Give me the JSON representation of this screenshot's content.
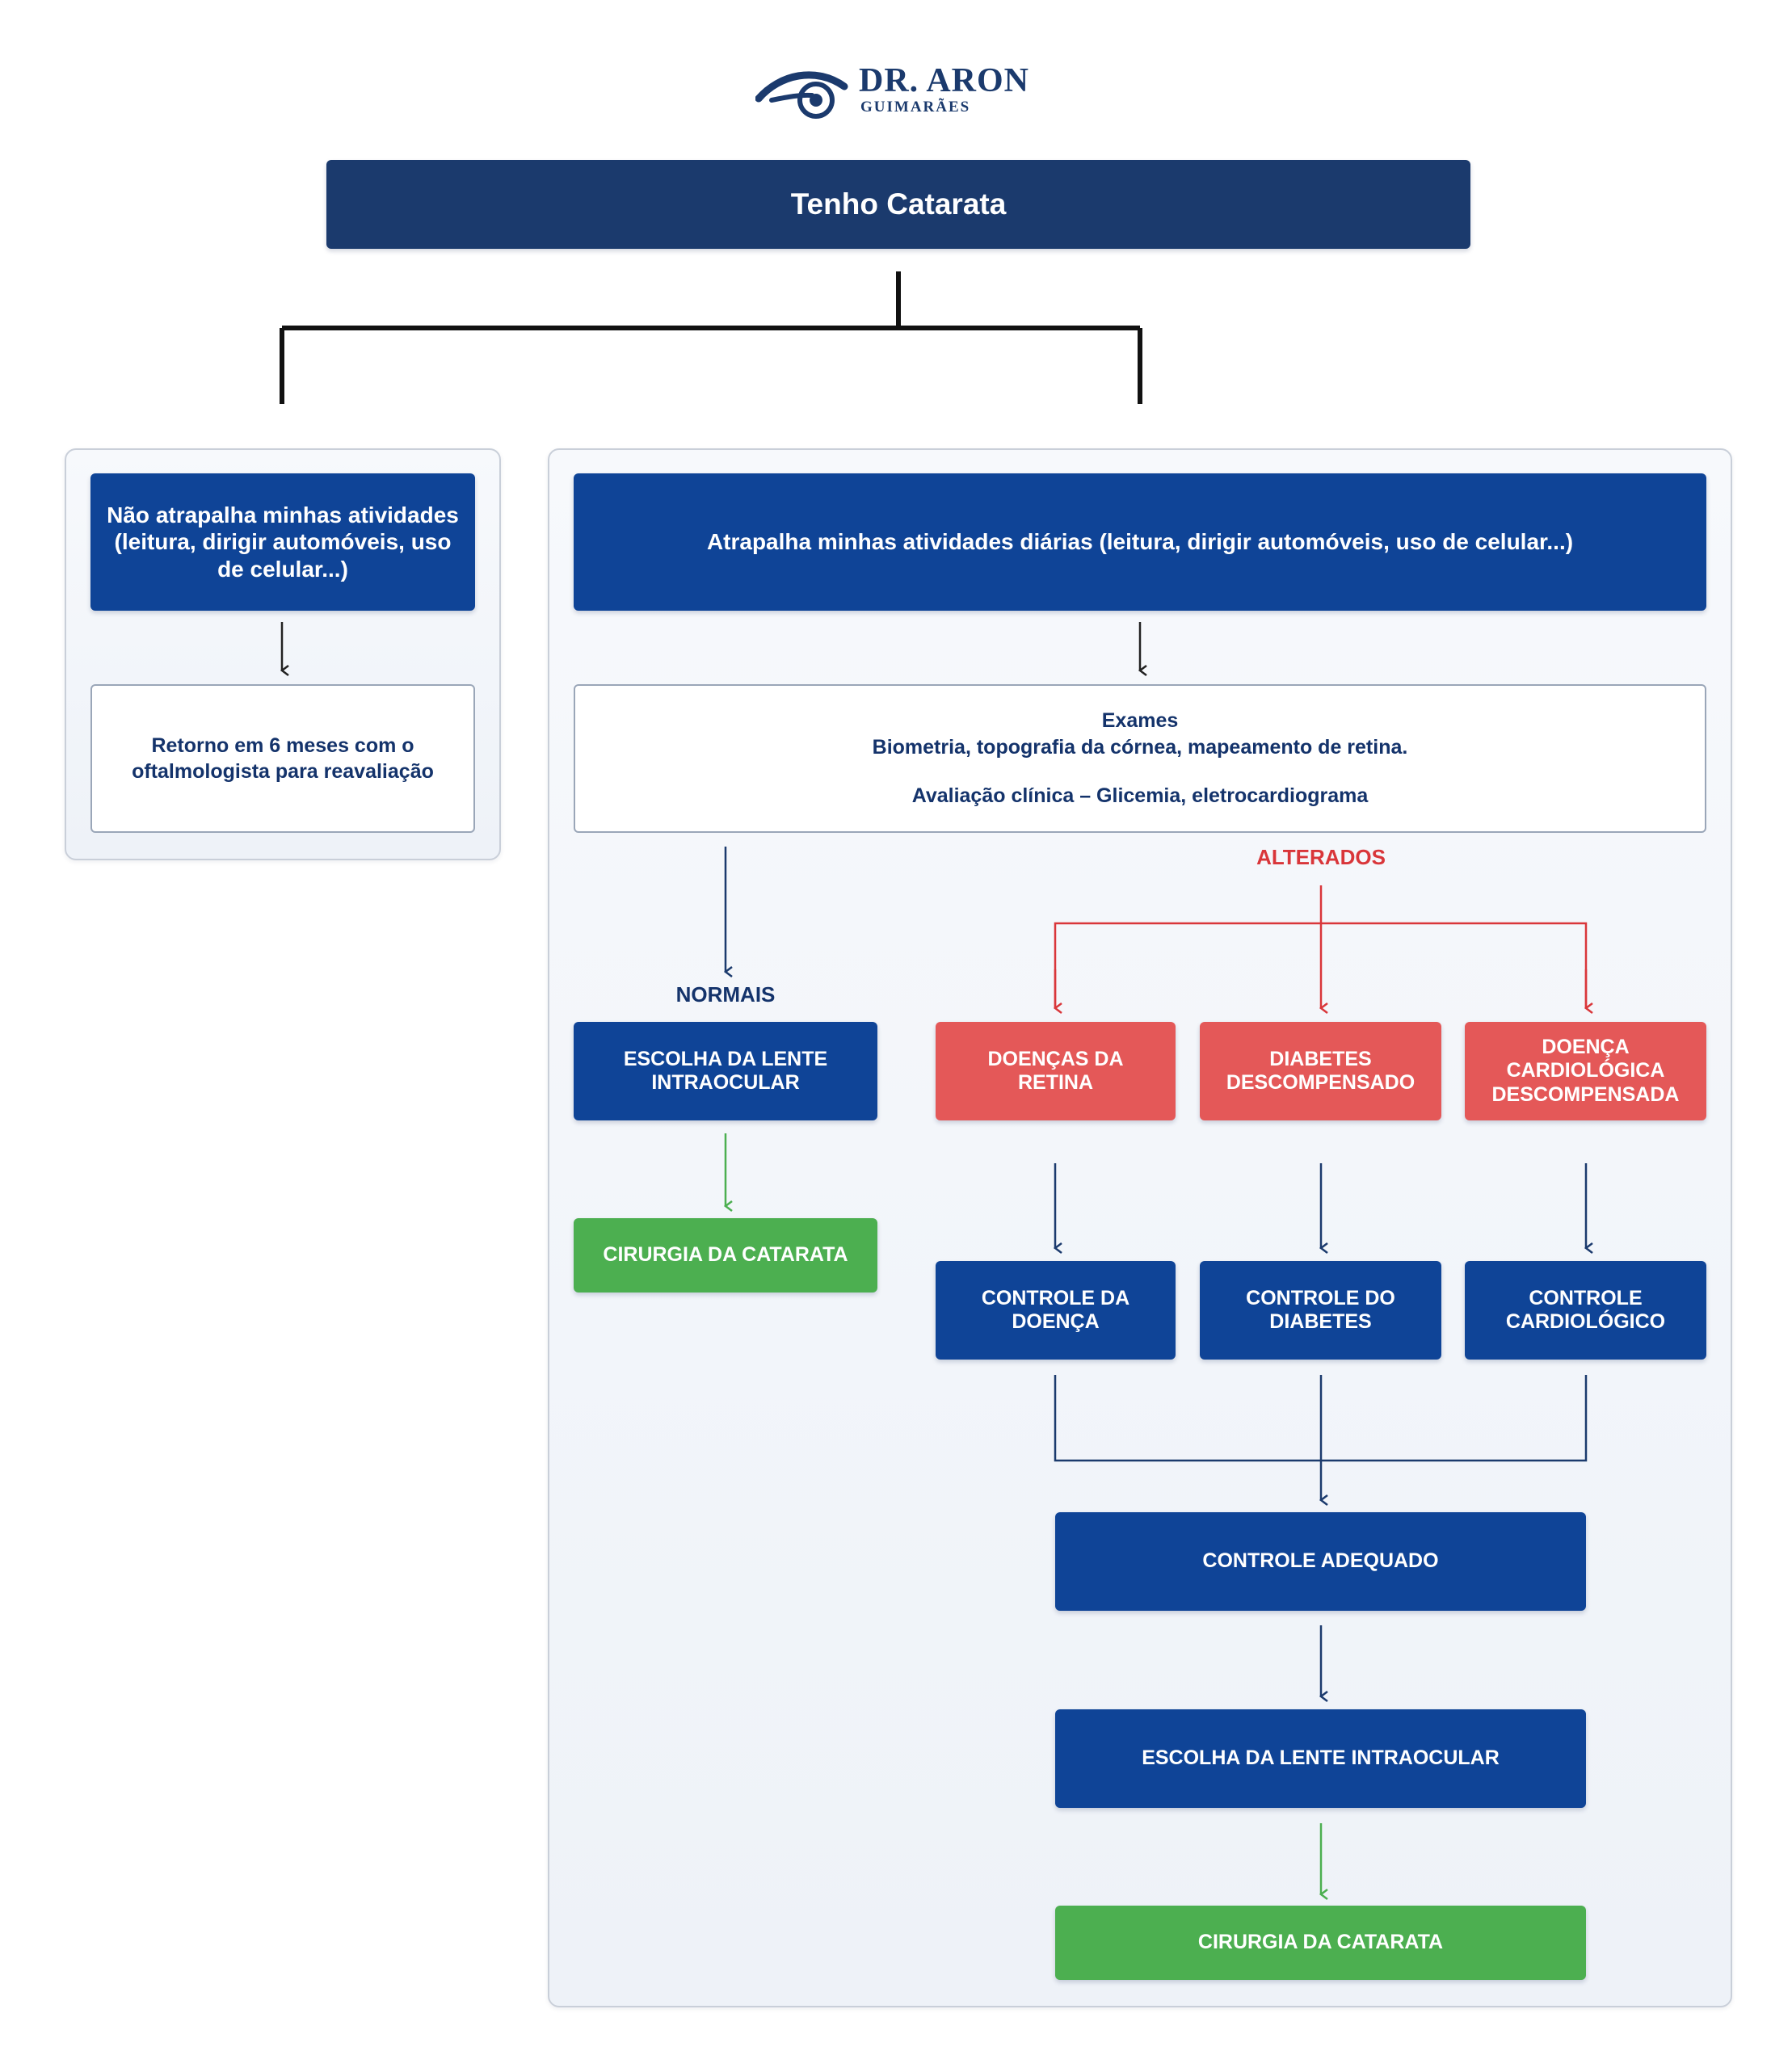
{
  "brand": {
    "name": "DR. ARON",
    "subname": "GUIMARÃES"
  },
  "top": {
    "title": "Tenho Catarata"
  },
  "left": {
    "header": "Não atrapalha minhas atividades (leitura, dirigir automóveis, uso de celular...)",
    "result": "Retorno em 6 meses com o oftalmologista para reavaliação"
  },
  "right": {
    "header": "Atrapalha minhas atividades diárias (leitura, dirigir automóveis, uso de celular...)",
    "exams": {
      "title": "Exames",
      "line1": "Biometria, topografia da córnea, mapeamento de retina.",
      "line2": "Avaliação clínica – Glicemia, eletrocardiograma"
    },
    "normal": {
      "label": "NORMAIS",
      "lens": "ESCOLHA DA LENTE INTRAOCULAR",
      "surgery": "CIRURGIA DA CATARATA"
    },
    "altered": {
      "label": "ALTERADOS",
      "conditions": [
        "DOENÇAS DA RETINA",
        "DIABETES DESCOMPENSADO",
        "DOENÇA CARDIOLÓGICA DESCOMPENSADA"
      ],
      "controls": [
        "CONTROLE DA DOENÇA",
        "CONTROLE DO DIABETES",
        "CONTROLE CARDIOLÓGICO"
      ],
      "adequate": "CONTROLE ADEQUADO",
      "lens": "ESCOLHA DA LENTE INTRAOCULAR",
      "surgery": "CIRURGIA DA CATARATA"
    }
  },
  "colors": {
    "navy": "#1b3a6d",
    "blue": "#0f4497",
    "red": "#e45858",
    "green": "#4caf50"
  }
}
